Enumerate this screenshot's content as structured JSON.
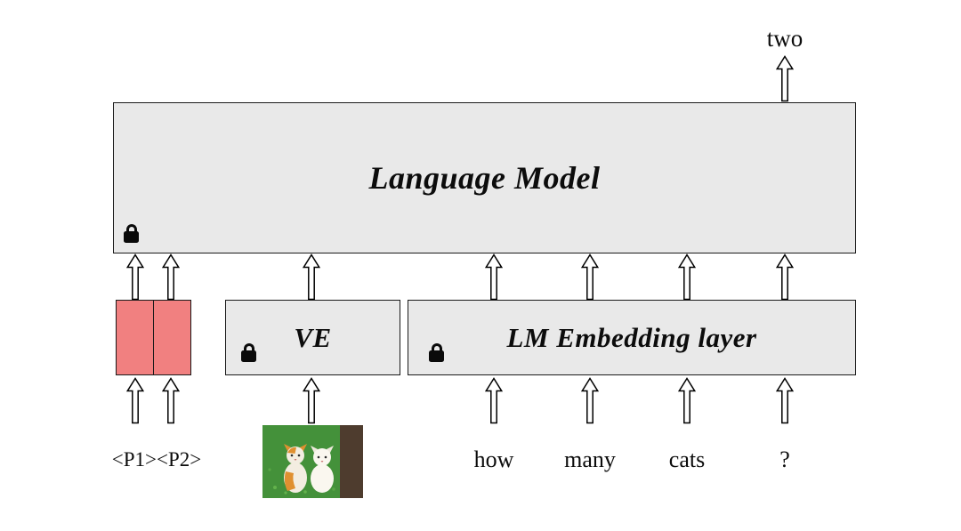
{
  "diagram": {
    "output_label": "two",
    "language_model_label": "Language Model",
    "ve_label": "VE",
    "lm_embedding_label": "LM Embedding layer",
    "prompt_input_label": "<P1><P2>",
    "words": [
      "how",
      "many",
      "cats",
      "?"
    ],
    "colors": {
      "box_fill": "#e9e9e9",
      "box_border": "#1a1a1a",
      "prompt_token_fill": "#f18080",
      "lock": "#0a0a0a"
    },
    "icons": {
      "lock": "lock-icon",
      "arrow": "up-arrow-icon",
      "photo": "two-cats-photo"
    }
  }
}
